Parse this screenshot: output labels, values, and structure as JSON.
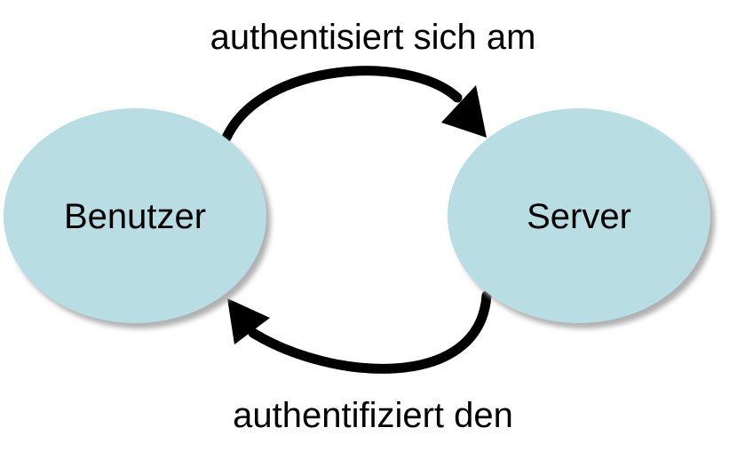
{
  "nodes": {
    "user": {
      "label": "Benutzer"
    },
    "server": {
      "label": "Server"
    }
  },
  "edges": {
    "top": {
      "label": "authentisiert sich am"
    },
    "bottom": {
      "label": "authentifiziert den"
    }
  },
  "colors": {
    "node_fill": "#b8dde3",
    "node_shadow": "#b0b0b0",
    "arrow": "#000000",
    "background": "#ffffff"
  }
}
